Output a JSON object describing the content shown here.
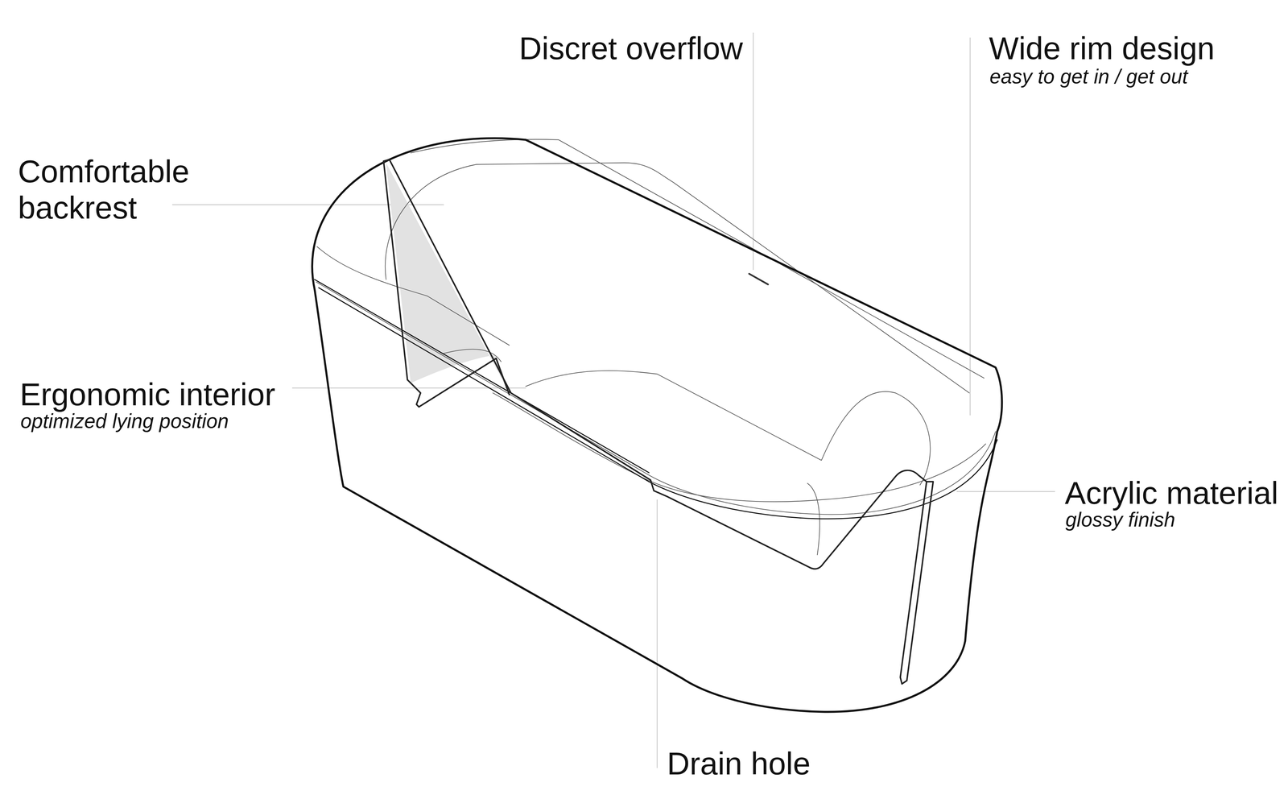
{
  "diagram": {
    "labels": [
      "Discret overflow",
      "Wide rim design",
      "easy to get in / get out",
      "Comfortable backrest",
      "Ergonomic interior",
      "optimized lying position",
      "Acrylic material",
      "glossy finish",
      "Drain hole"
    ]
  }
}
